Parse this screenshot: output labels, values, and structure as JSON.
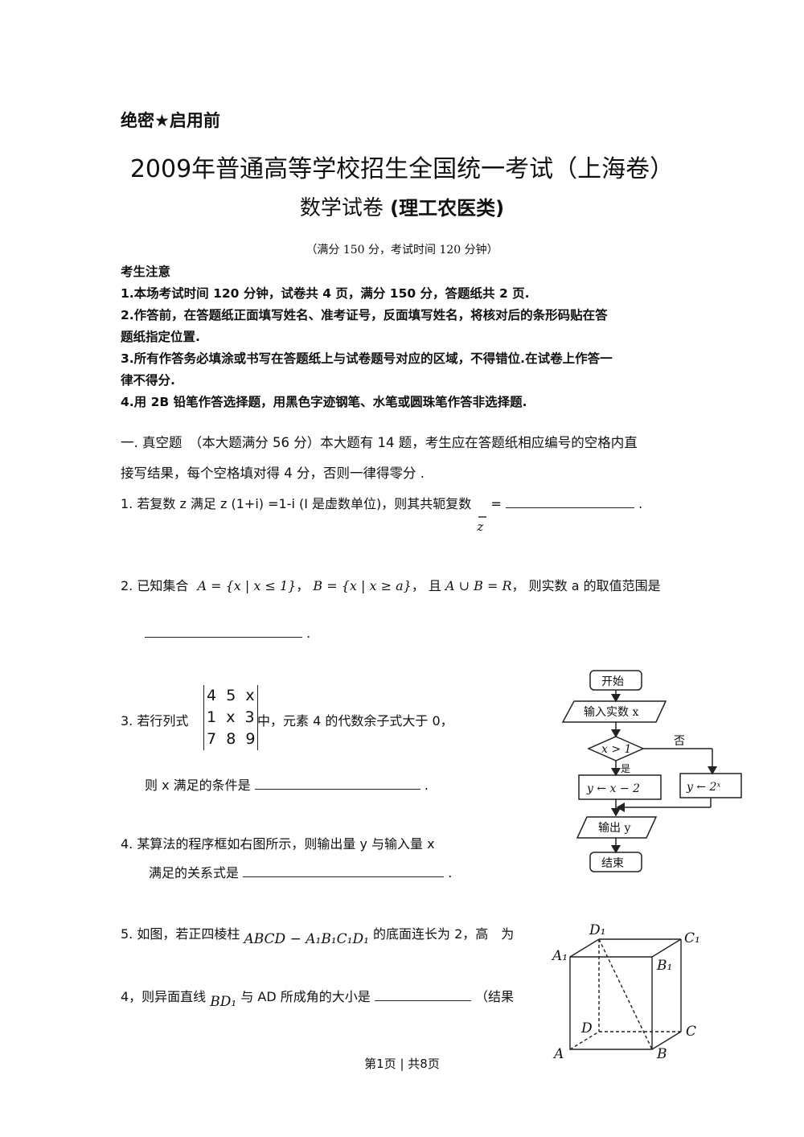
{
  "header": {
    "secret": "绝密★启用前",
    "title": "2009年普通高等学校招生全国统一考试（上海卷）",
    "subtitle_main": "数学试卷",
    "subtitle_paren": "(理工农医类)",
    "meta": "（满分 150 分，考试时间 120 分钟）"
  },
  "notice": {
    "heading": "考生注意",
    "items": [
      "1.本场考试时间 120 分钟，试卷共 4 页，满分 150 分，答题纸共 2 页.",
      "2.作答前，在答题纸正面填写姓名、准考证号，反面填写姓名，将核对后的条形码贴在答",
      "题纸指定位置.",
      "3.所有作答务必填涂或书写在答题纸上与试卷题号对应的区域，不得错位.在试卷上作答一",
      "律不得分.",
      "4.用 2B 铅笔作答选择题，用黑色字迹钢笔、水笔或圆珠笔作答非选择题."
    ]
  },
  "section1": {
    "line1": "一. 真空题　（本大题满分 56 分）本大题有 14 题，考生应在答题纸相应编号的空格内直",
    "line2": "接写结果，每个空格填对得 4 分，否则一律得零分 ."
  },
  "q1": {
    "text": "1. 若复数 z 满足 z (1+i) =1-i (I 是虚数单位)，则其共轭复数",
    "var": "z",
    "eq": "=",
    "end": "."
  },
  "q2": {
    "prefix": "2. 已知集合",
    "setA": "A = {x | x ≤ 1}",
    "setB": "B = {x | x ≥ a}",
    "cond_prefix": "且",
    "cond": "A ∪ B = R",
    "suffix": "则实数 a 的取值范围是",
    "end": "."
  },
  "q3": {
    "prefix": "3. 若行列式",
    "matrix": [
      [
        "4",
        "5",
        "x"
      ],
      [
        "1",
        "x",
        "3"
      ],
      [
        "7",
        "8",
        "9"
      ]
    ],
    "suffix": "中，元素 4 的代数余子式大于 0，",
    "line2": "则 x 满足的条件是",
    "end": "."
  },
  "q4": {
    "line1": "4. 某算法的程序框如右图所示，则输出量 y 与输入量 x",
    "line2": "满足的关系式是",
    "end": "."
  },
  "q5": {
    "prefix": "5. 如图，若正四棱柱",
    "prism": "ABCD − A₁B₁C₁D₁",
    "suffix": "的底面连长为 2，高　为",
    "line2_prefix": "4，则异面直线",
    "line2_var": "BD₁",
    "line2_suffix": "与 AD 所成角的大小是",
    "line2_end": "（结果"
  },
  "flowchart": {
    "start": "开始",
    "input": "输入实数 x",
    "cond": "x > 1",
    "no": "否",
    "yes": "是",
    "yes_action": "y ← x − 2",
    "no_action": "y ← 2ˣ",
    "output": "输出 y",
    "end": "结束"
  },
  "prism_labels": {
    "D1": "D₁",
    "C1": "C₁",
    "A1": "A₁",
    "B1": "B₁",
    "D": "D",
    "C": "C",
    "A": "A",
    "B": "B"
  },
  "footer": "第1页 | 共8页"
}
